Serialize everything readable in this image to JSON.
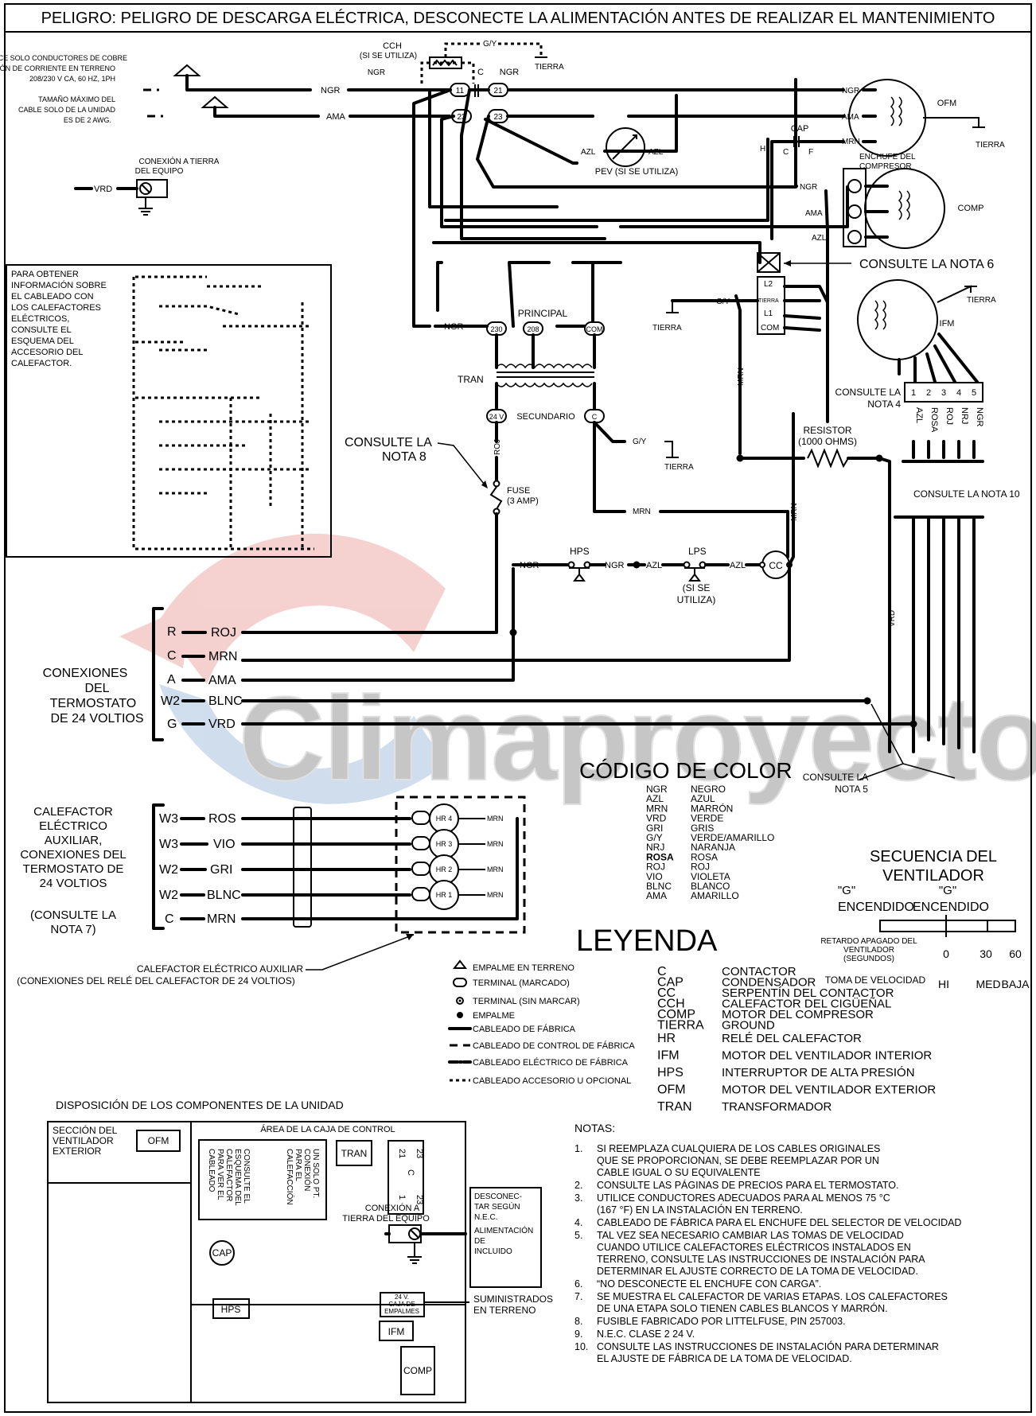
{
  "title": "PELIGRO: PELIGRO DE DESCARGA ELÉCTRICA, DESCONECTE LA ALIMENTACIÓN ANTES DE REALIZAR EL MANTENIMIENTO",
  "watermark": "Climaproyectos",
  "field_power": {
    "line1": "UTILICE SOLO CONDUCTORES DE COBRE",
    "line2": "ALIMENTACIÓN DE CORRIENTE EN TERRENO",
    "line3": "208/230 V CA, 60 HZ, 1PH",
    "line4": "TAMAÑO MÁXIMO DEL",
    "line5": "CABLE SOLO DE LA UNIDAD",
    "line6": "ES DE 2 AWG."
  },
  "ground_conn": {
    "line1": "CONEXIÓN A TIERRA",
    "line2": "DEL EQUIPO",
    "vrd": "VRD"
  },
  "heater_info": [
    "PARA OBTENER",
    "INFORMACIÓN SOBRE",
    "EL CABLEADO CON",
    "LOS CALEFACTORES",
    "ELÉCTRICOS,",
    "CONSULTE EL",
    "ESQUEMA DEL",
    "ACCESORIO DEL",
    "CALEFACTOR."
  ],
  "labels": {
    "cch": "CCH",
    "cch_opt": "(SI SE UTILIZA)",
    "gy": "G/Y",
    "tierra": "TIERRA",
    "ngr": "NGR",
    "ama": "AMA",
    "azl": "AZL",
    "mrn": "MRN",
    "rojw": "ROJ",
    "vrd": "VRD",
    "c": "C",
    "h": "H",
    "f": "F",
    "cap": "CAP",
    "ofm": "OFM",
    "comp": "COMP",
    "ifm": "IFM",
    "enchufe1": "ENCHUFE DEL",
    "enchufe2": "COMPRESOR",
    "pev": "PEV (SI SE UTILIZA)",
    "nota6": "CONSULTE LA NOTA 6",
    "l2": "L2",
    "l1": "L1",
    "tierra_small": "TIERRA",
    "com": "COM",
    "principal": "PRINCIPAL",
    "tran": "TRAN",
    "secundario": "SECUNDARIO",
    "t230": "230",
    "t208": "208",
    "tcom": "COM",
    "t24v": "24 V",
    "tc": "C",
    "t11": "11",
    "t21": "21",
    "t23": "23",
    "nota8a": "CONSULTE LA",
    "nota8b": "NOTA 8",
    "fuse": "FUSE",
    "fuse_amp": "(3 AMP)",
    "resistor": "RESISTOR",
    "resistor_ohm": "(1000 OHMS)",
    "nota4a": "CONSULTE LA",
    "nota4b": "NOTA 4",
    "nota10": "CONSULTE LA NOTA 10",
    "nota5a": "CONSULTE LA",
    "nota5b": "NOTA 5",
    "hps": "HPS",
    "lps": "LPS",
    "lps_opt1": "(SI SE",
    "lps_opt2": "UTILIZA)",
    "cc": "CC",
    "pins": [
      "1",
      "2",
      "3",
      "4",
      "5"
    ],
    "pin_wires": [
      "AZL",
      "ROSA",
      "ROJ",
      "NRJ",
      "NGR"
    ]
  },
  "thermostat": {
    "title": [
      "CONEXIONES",
      "DEL",
      "TERMOSTATO",
      "DE 24 VOLTIOS"
    ],
    "rows": [
      {
        "term": "R",
        "wire": "ROJ"
      },
      {
        "term": "C",
        "wire": "MRN"
      },
      {
        "term": "A",
        "wire": "AMA"
      },
      {
        "term": "W2",
        "wire": "BLNC"
      },
      {
        "term": "G",
        "wire": "VRD"
      }
    ]
  },
  "heater": {
    "title": [
      "CALEFACTOR",
      "ELÉCTRICO",
      "AUXILIAR,",
      "CONEXIONES DEL",
      "TERMOSTATO DE",
      "24 VOLTIOS"
    ],
    "note": [
      "(CONSULTE LA",
      "NOTA 7)"
    ],
    "rows": [
      {
        "term": "W3",
        "wire": "ROS",
        "relay": "HR 4"
      },
      {
        "term": "W3",
        "wire": "VIO",
        "relay": "HR 3"
      },
      {
        "term": "W2",
        "wire": "GRI",
        "relay": "HR 2"
      },
      {
        "term": "W2",
        "wire": "BLNC",
        "relay": "HR 1"
      },
      {
        "term": "C",
        "wire": "MRN",
        "relay": ""
      }
    ],
    "relay_wire": "MRN",
    "aux_label1": "CALEFACTOR ELÉCTRICO AUXILIAR",
    "aux_label2": "(CONEXIONES DEL RELÉ DEL CALEFACTOR DE 24 VOLTIOS)"
  },
  "color_code": {
    "title": "CÓDIGO DE COLOR",
    "rows": [
      {
        "code": "NGR",
        "name": "NEGRO"
      },
      {
        "code": "AZL",
        "name": "AZUL"
      },
      {
        "code": "MRN",
        "name": "MARRÓN"
      },
      {
        "code": "VRD",
        "name": "VERDE"
      },
      {
        "code": "GRI",
        "name": "GRIS"
      },
      {
        "code": "G/Y",
        "name": "VERDE/AMARILLO"
      },
      {
        "code": "NRJ",
        "name": "NARANJA"
      },
      {
        "code": "ROSA",
        "name": "ROSA"
      },
      {
        "code": "ROJ",
        "name": "ROJ"
      },
      {
        "code": "VIO",
        "name": "VIOLETA"
      },
      {
        "code": "BLNC",
        "name": "BLANCO"
      },
      {
        "code": "AMA",
        "name": "AMARILLO"
      }
    ]
  },
  "fan_sequence": {
    "title1": "SECUENCIA DEL",
    "title2": "VENTILADOR",
    "g1": "\"G\"",
    "g2": "\"G\"",
    "on1": "ENCENDIDO",
    "on2": "ENCENDIDO",
    "delay_label": [
      "RETARDO APAGADO DEL",
      "VENTILADOR",
      "(SEGUNDOS)"
    ],
    "delays": [
      "0",
      "30",
      "60"
    ],
    "tap_label": "TOMA DE VELOCIDAD",
    "taps": [
      "HI",
      "MED",
      "BAJA"
    ]
  },
  "legend": {
    "title": "LEYENDA",
    "symbols": [
      "EMPALME EN TERRENO",
      "TERMINAL (MARCADO)",
      "TERMINAL (SIN MARCAR)",
      "EMPALME",
      "CABLEADO DE FÁBRICA",
      "CABLEADO DE CONTROL DE FÁBRICA",
      "CABLEADO ELÉCTRICO DE FÁBRICA",
      "CABLEADO ACCESORIO U OPCIONAL"
    ],
    "abbrevs": [
      {
        "code": "C",
        "name": "CONTACTOR"
      },
      {
        "code": "CAP",
        "name": "CONDENSADOR"
      },
      {
        "code": "CC",
        "name": "SERPENTÍN DEL CONTACTOR"
      },
      {
        "code": "CCH",
        "name": "CALEFACTOR DEL CIGÜEÑAL"
      },
      {
        "code": "COMP",
        "name": "MOTOR DEL COMPRESOR"
      },
      {
        "code": "TIERRA",
        "name": "GROUND"
      },
      {
        "code": "HR",
        "name": "RELÉ DEL CALEFACTOR"
      },
      {
        "code": "IFM",
        "name": "MOTOR DEL VENTILADOR INTERIOR"
      },
      {
        "code": "HPS",
        "name": "INTERRUPTOR DE ALTA PRESIÓN"
      },
      {
        "code": "OFM",
        "name": "MOTOR DEL VENTILADOR EXTERIOR"
      },
      {
        "code": "TRAN",
        "name": "TRANSFORMADOR"
      }
    ]
  },
  "layout": {
    "title": "DISPOSICIÓN DE LOS COMPONENTES DE LA UNIDAD",
    "fan_section": [
      "SECCIÓN DEL",
      "VENTILADOR",
      "EXTERIOR"
    ],
    "control_area": "ÁREA DE LA CAJA DE CONTROL",
    "ofm": "OFM",
    "tran": "TRAN",
    "cap": "CAP",
    "hps": "HPS",
    "ifm": "IFM",
    "comp": "COMP",
    "consulte_esquema": [
      "CONSULTE EL",
      "ESQUEMA DEL",
      "CALEFACTOR",
      "PARA VER EL",
      "CABLEADO"
    ],
    "un_solo": [
      "UN SOLO PT.",
      "CONEXIÓN",
      "PARA EL",
      "CALEFACCIÓN"
    ],
    "contactor": [
      "23",
      "21",
      "C",
      "1",
      "23"
    ],
    "ground": [
      "CONEXIÓN A",
      "TIERRA DEL EQUIPO"
    ],
    "disconnect": [
      "DESCONEC-",
      "TAR SEGÚN",
      "N.E.C.",
      "ALIMENTACIÓN",
      "DE",
      "INCLUIDO"
    ],
    "junction": [
      "24 V.",
      "CAJA DE",
      "EMPALMES"
    ],
    "field_supplied": [
      "SUMINISTRADOS",
      "EN TERRENO"
    ]
  },
  "notes": {
    "title": "NOTAS:",
    "items": [
      {
        "n": "1.",
        "lines": [
          "SI REEMPLAZA CUALQUIERA DE LOS CABLES ORIGINALES",
          "QUE SE PROPORCIONAN, SE DEBE REEMPLAZAR POR UN",
          "CABLE IGUAL O SU EQUIVALENTE"
        ]
      },
      {
        "n": "2.",
        "lines": [
          "CONSULTE LAS PÁGINAS DE PRECIOS PARA EL TERMOSTATO."
        ]
      },
      {
        "n": "3.",
        "lines": [
          "UTILICE CONDUCTORES ADECUADOS PARA AL MENOS 75 °C",
          "(167 °F) EN LA INSTALACIÓN EN TERRENO."
        ]
      },
      {
        "n": "4.",
        "lines": [
          "CABLEADO DE FÁBRICA PARA EL ENCHUFE DEL SELECTOR DE VELOCIDAD"
        ]
      },
      {
        "n": "5.",
        "lines": [
          "TAL VEZ SEA NECESARIO CAMBIAR LAS TOMAS DE VELOCIDAD",
          "CUANDO UTILICE CALEFACTORES ELÉCTRICOS INSTALADOS EN",
          "TERRENO, CONSULTE LAS INSTRUCCIONES DE INSTALACIÓN PARA",
          "DETERMINAR EL AJUSTE CORRECTO DE LA TOMA DE VELOCIDAD."
        ]
      },
      {
        "n": "6.",
        "lines": [
          "“NO DESCONECTE EL ENCHUFE CON CARGA”."
        ]
      },
      {
        "n": "7.",
        "lines": [
          "SE MUESTRA EL CALEFACTOR DE VARIAS ETAPAS. LOS CALEFACTORES",
          "DE UNA ETAPA SOLO TIENEN CABLES BLANCOS Y MARRÓN."
        ]
      },
      {
        "n": "8.",
        "lines": [
          "FUSIBLE FABRICADO POR LITTELFUSE, PIN 257003."
        ]
      },
      {
        "n": "9.",
        "lines": [
          "N.E.C. CLASE 2 24 V."
        ]
      },
      {
        "n": "10.",
        "lines": [
          "CONSULTE LAS INSTRUCCIONES DE INSTALACIÓN PARA DETERMINAR",
          "EL AJUSTE DE FÁBRICA DE LA TOMA DE VELOCIDAD."
        ]
      }
    ]
  }
}
